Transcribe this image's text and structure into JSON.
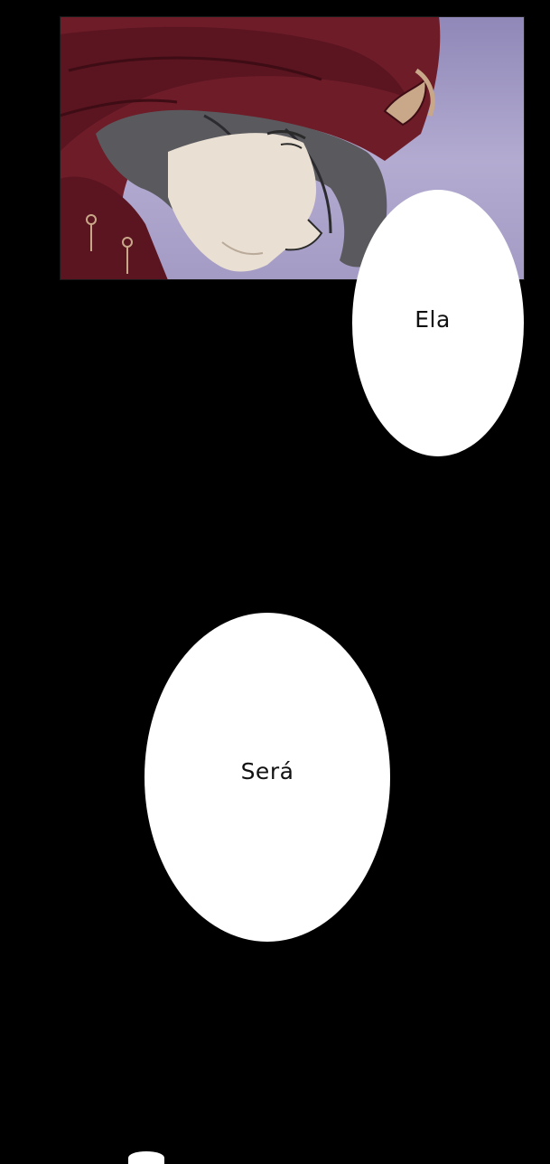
{
  "panel": {
    "illustration_icon": "hooded-figure-profile-illustration"
  },
  "bubbles": [
    {
      "text": "Ela"
    },
    {
      "text": "Será"
    }
  ],
  "colors": {
    "background": "#000000",
    "bubble": "#ffffff",
    "hood": "#6e1c28",
    "sky": "#aaa2cc",
    "skin": "#e9dfd3",
    "hair": "#5a5a5e"
  }
}
